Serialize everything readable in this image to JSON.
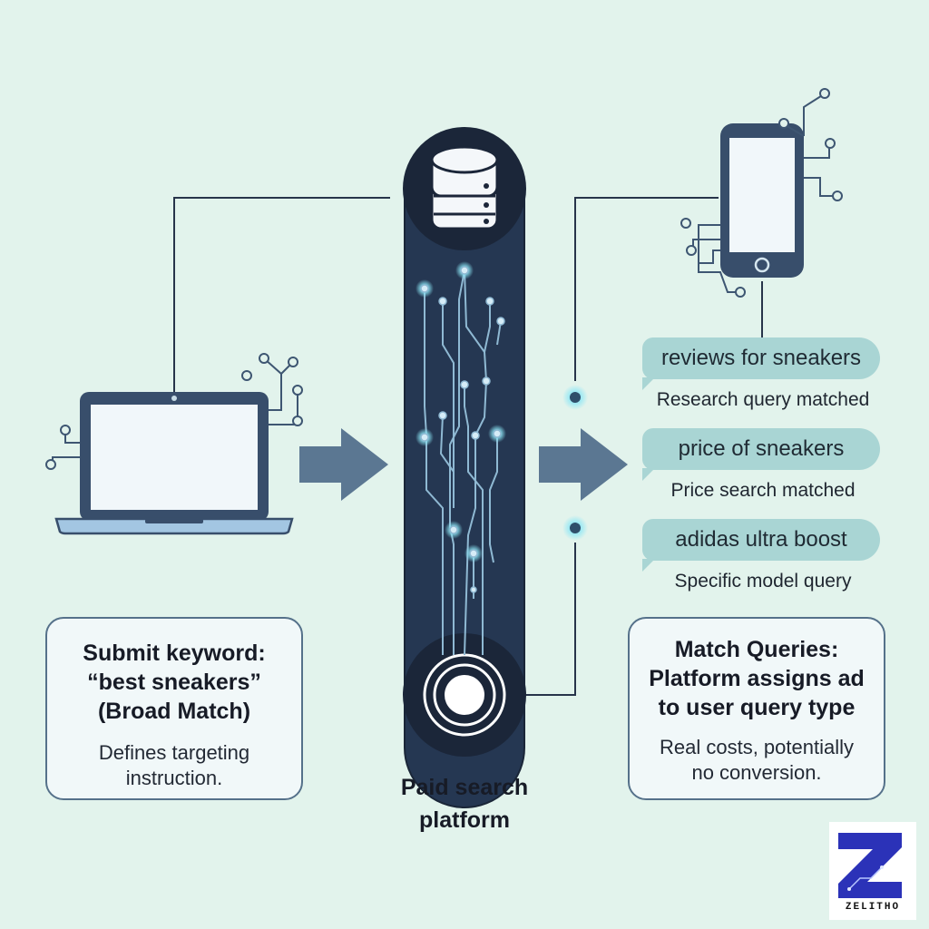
{
  "left_box": {
    "title_lines": [
      "Submit keyword:",
      "“best sneakers”",
      "(Broad Match)"
    ],
    "description_lines": [
      "Defines targeting",
      "instruction."
    ]
  },
  "platform": {
    "label_lines": [
      "Paid search",
      "platform"
    ]
  },
  "queries": [
    {
      "query": "reviews for sneakers",
      "result": "Research query matched"
    },
    {
      "query": "price of sneakers",
      "result": "Price search matched"
    },
    {
      "query": "adidas ultra boost",
      "result": "Specific model query"
    }
  ],
  "right_box": {
    "title_lines": [
      "Match Queries:",
      "Platform assigns ad",
      "to user query type"
    ],
    "description_lines": [
      "Real costs, potentially",
      "no conversion."
    ]
  },
  "logo": {
    "letter": "Z",
    "wordmark": "ZELITHO"
  },
  "colors": {
    "background": "#e2f3ec",
    "platform_body": "#253752",
    "platform_dark": "#1b2639",
    "arrow": "#5b7792",
    "bubble": "#a9d5d4",
    "glow": "#a6f3ff",
    "logo_blue": "#2b32b8"
  }
}
